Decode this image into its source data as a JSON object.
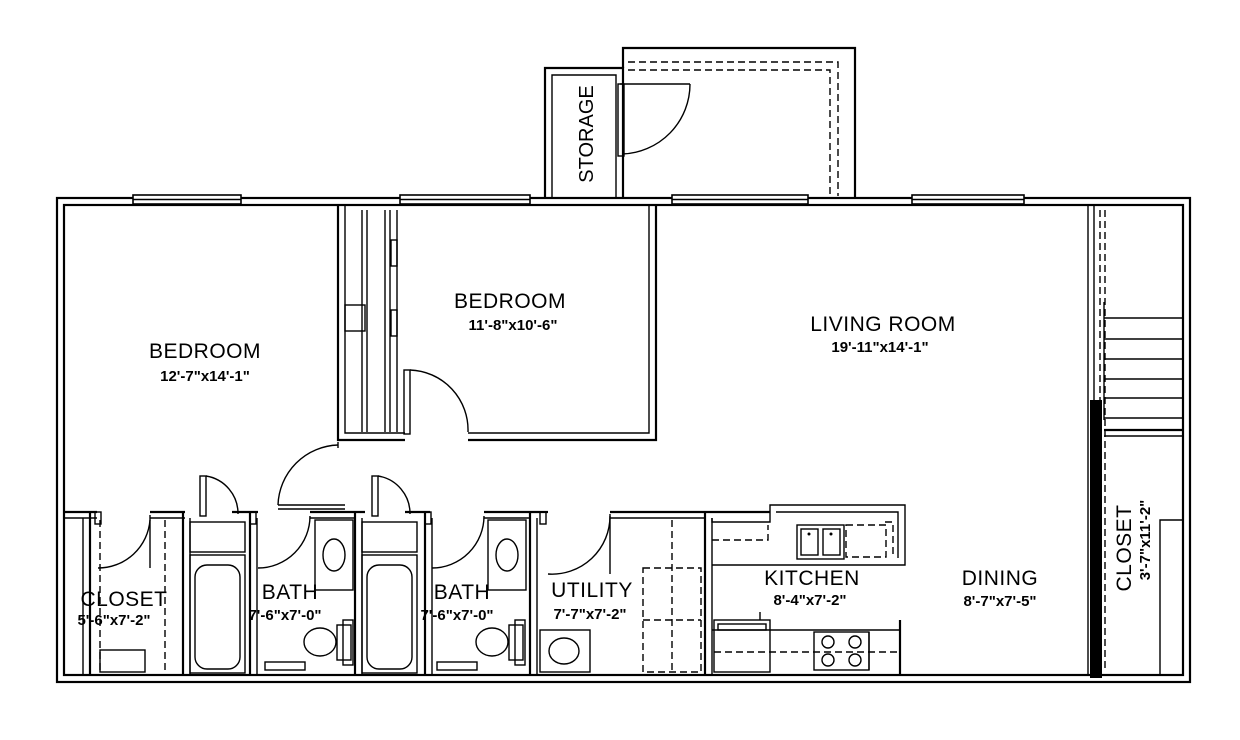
{
  "plan": {
    "rooms": {
      "storage": {
        "name": "STORAGE"
      },
      "bedroom1": {
        "name": "BEDROOM",
        "dims": "12'-7\"x14'-1\""
      },
      "bedroom2": {
        "name": "BEDROOM",
        "dims": "11'-8\"x10'-6\""
      },
      "living": {
        "name": "LIVING  ROOM",
        "dims": "19'-11\"x14'-1\""
      },
      "closet1": {
        "name": "CLOSET",
        "dims": "5'-6\"x7'-2\""
      },
      "bath1": {
        "name": "BATH",
        "dims": "7'-6\"x7'-0\""
      },
      "bath2": {
        "name": "BATH",
        "dims": "7'-6\"x7'-0\""
      },
      "utility": {
        "name": "UTILITY",
        "dims": "7'-7\"x7'-2\""
      },
      "kitchen": {
        "name": "KITCHEN",
        "dims": "8'-4\"x7'-2\""
      },
      "dining": {
        "name": "DINING",
        "dims": "8'-7\"x7'-5\""
      },
      "closet2": {
        "name": "CLOSET",
        "dims": "3'-7\"x11'-2\""
      }
    }
  }
}
